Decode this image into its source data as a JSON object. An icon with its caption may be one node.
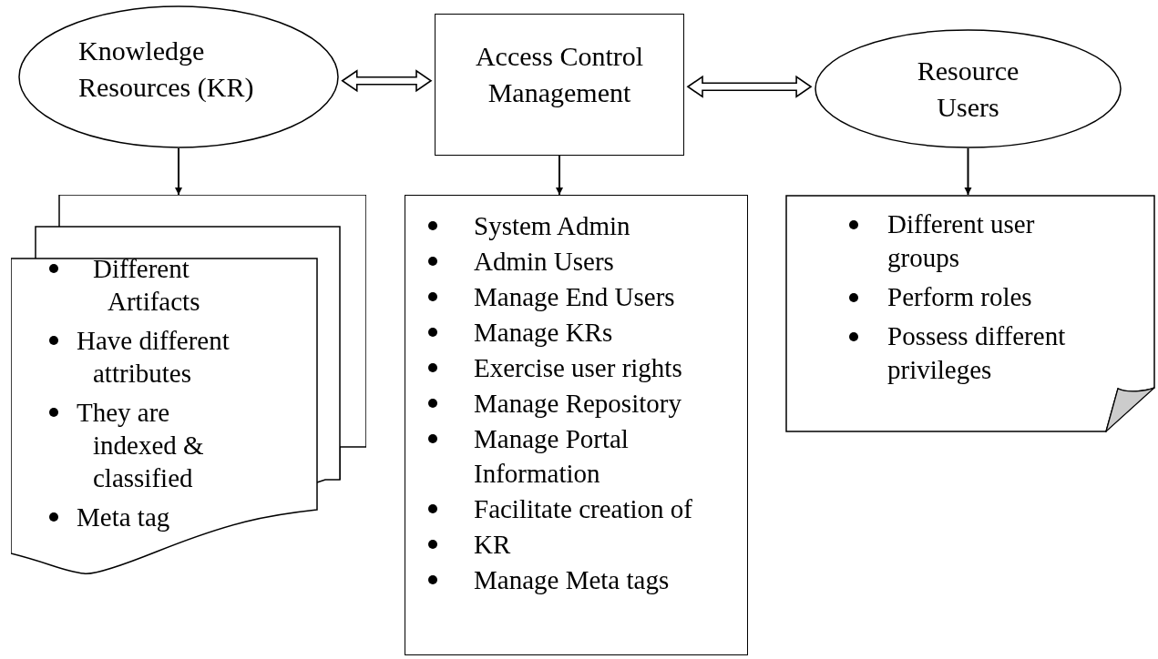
{
  "diagram": {
    "nodes": [
      {
        "text": [
          "Knowledge Resources (KR)"
        ]
      },
      {
        "text": [
          "Access Control Management"
        ]
      },
      {
        "text": [
          "Resource Users"
        ]
      },
      {
        "text": [
          "Different Artifacts",
          "Have different attributes",
          "They are indexed & classified",
          "Meta tag"
        ]
      },
      {
        "text": [
          "System Admin",
          "Admin Users",
          "Manage End Users",
          "Manage KRs",
          "Exercise user rights",
          "Manage Repository",
          "Manage Portal Information",
          "Facilitate creation of",
          "KR",
          "Manage Meta tags"
        ]
      },
      {
        "text": [
          "Different user groups",
          "Perform roles",
          "Possess different privileges"
        ]
      }
    ],
    "edges": [
      {
        "from": 0,
        "to": 1,
        "arrow": "both"
      },
      {
        "from": 1,
        "to": 2,
        "arrow": "both"
      },
      {
        "from": 0,
        "to": 3,
        "arrow": "to"
      },
      {
        "from": 1,
        "to": 4,
        "arrow": "to"
      },
      {
        "from": 2,
        "to": 5,
        "arrow": "to"
      }
    ]
  }
}
